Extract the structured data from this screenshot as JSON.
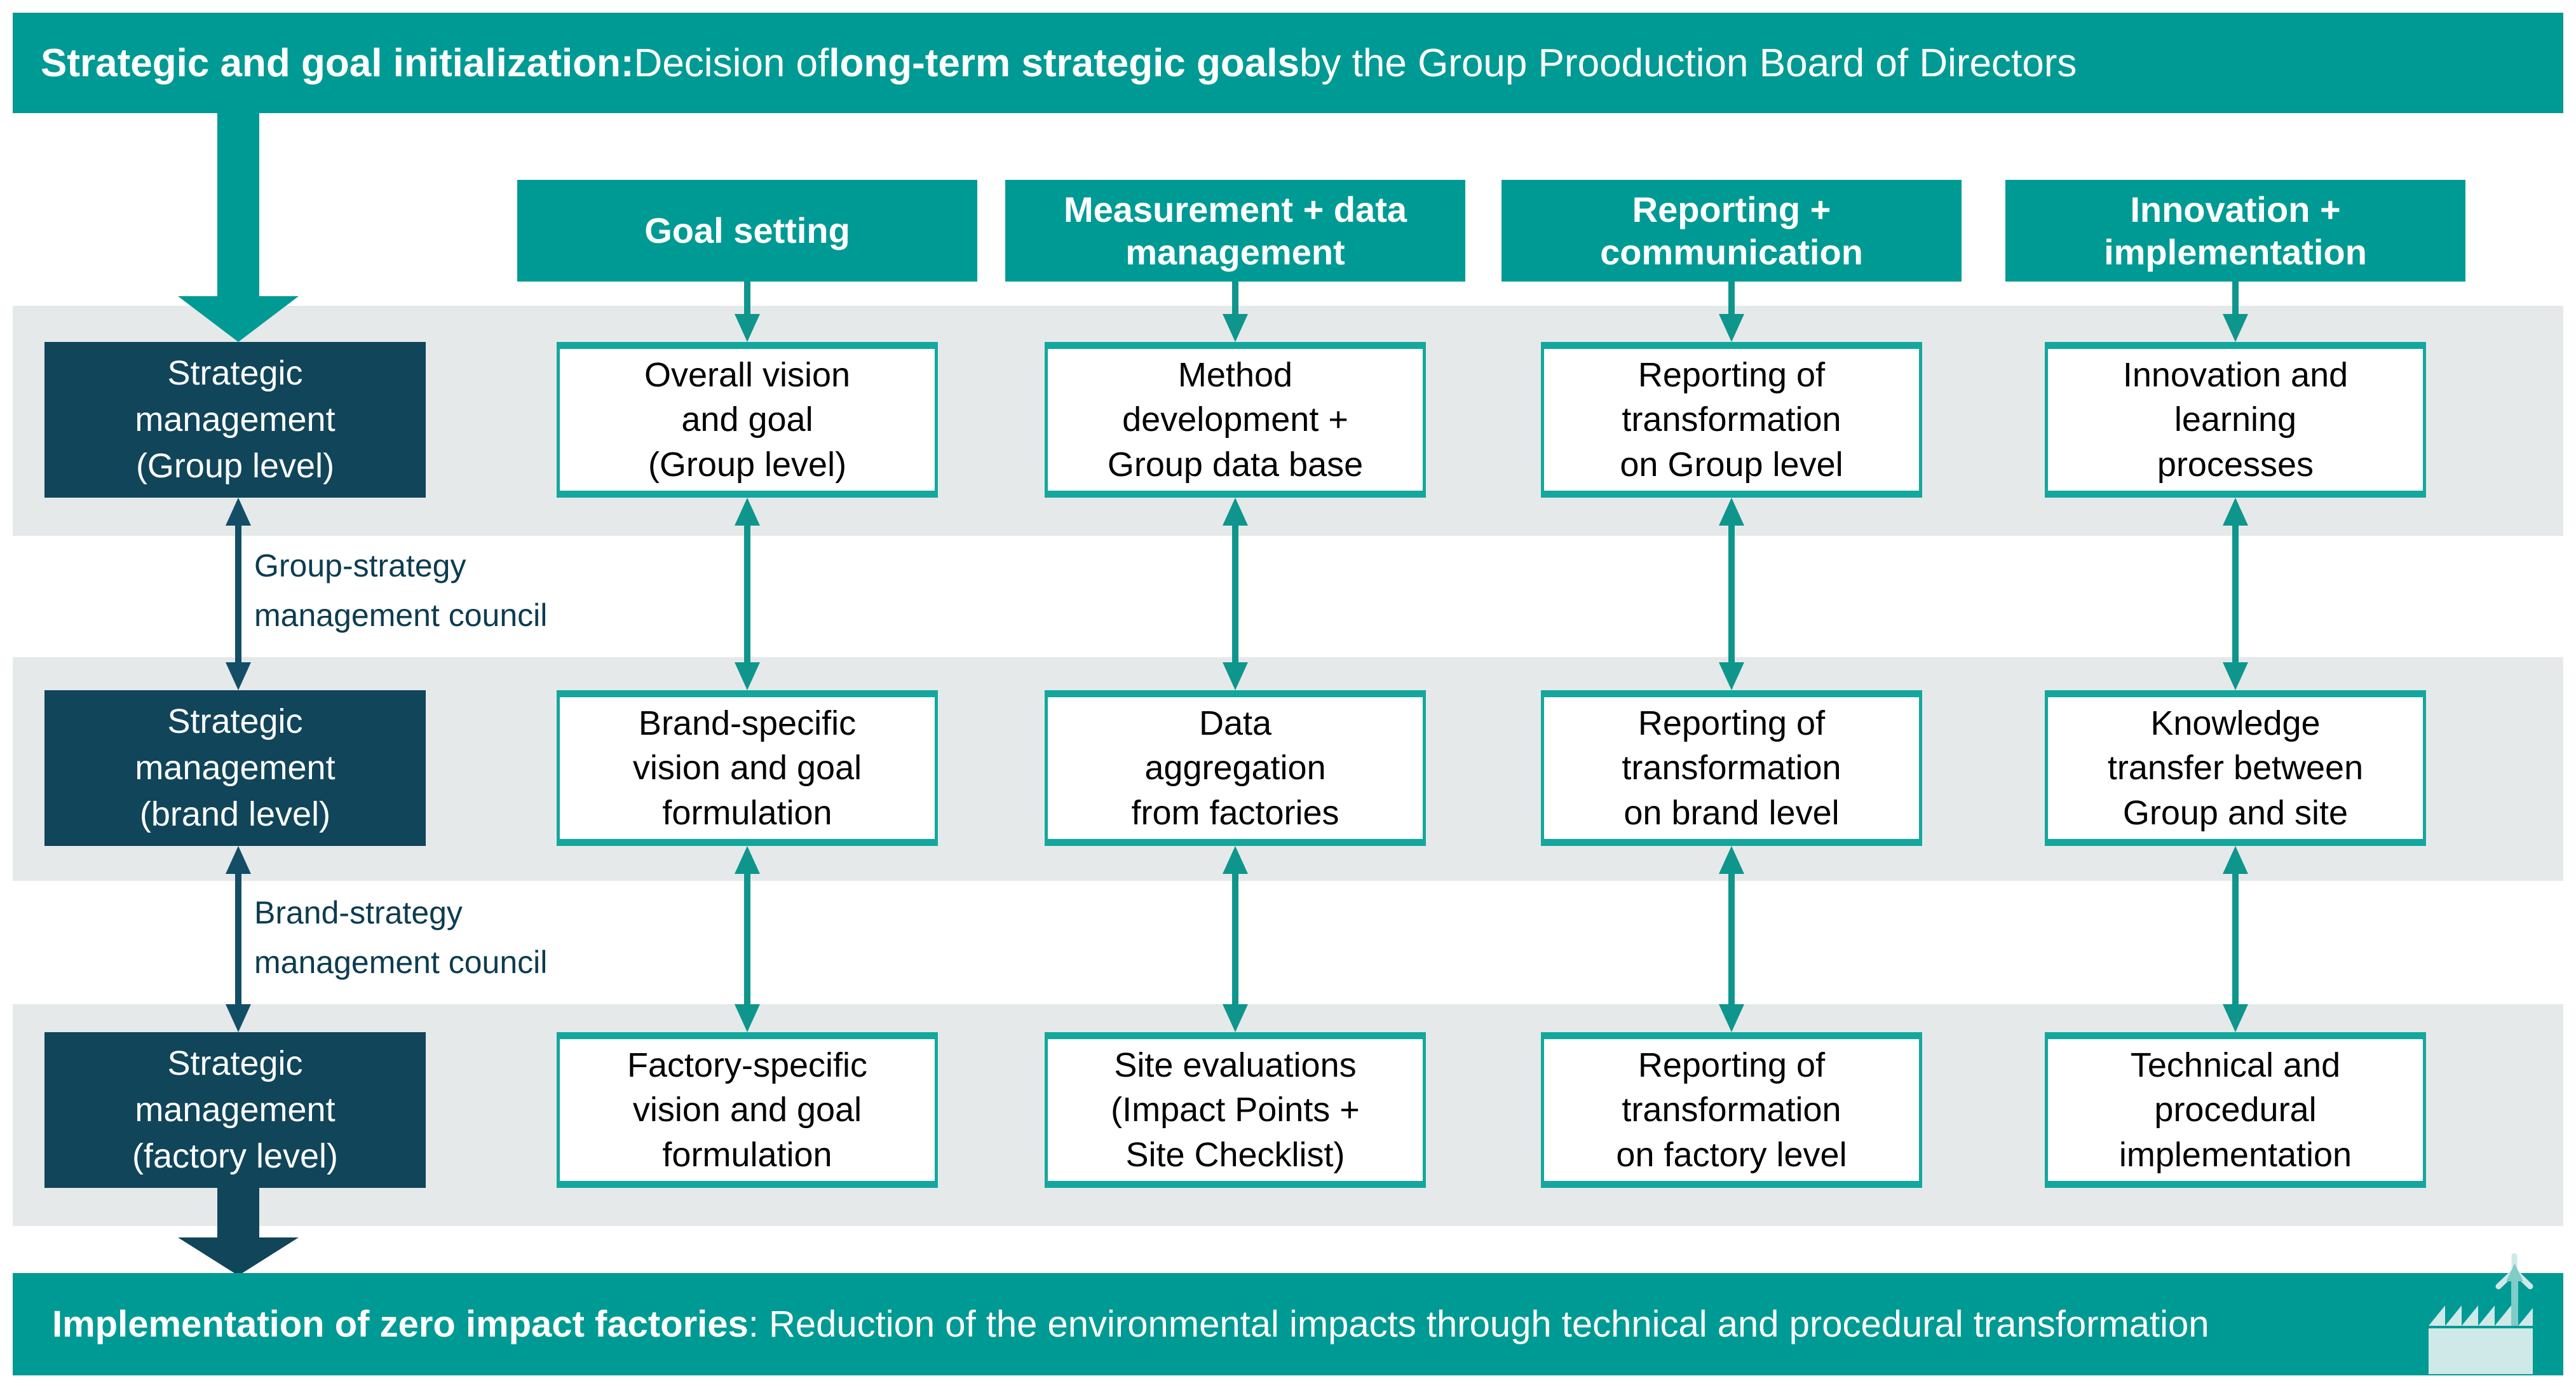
{
  "top_banner": {
    "bold_1": "Strategic and goal initialization:",
    "regular_1": " Decision of ",
    "bold_2": "long-term strategic goals",
    "regular_2": " by the Group Prooduction Board of Directors"
  },
  "columns": [
    {
      "header": [
        "Goal setting"
      ]
    },
    {
      "header": [
        "Measurement + data",
        "management"
      ]
    },
    {
      "header": [
        "Reporting +",
        "communication"
      ]
    },
    {
      "header": [
        "Innovation +",
        "implementation"
      ]
    }
  ],
  "rows": [
    {
      "level": [
        "Strategic",
        "management",
        "(Group level)"
      ],
      "cells": [
        [
          "Overall vision",
          "and goal",
          "(Group level)"
        ],
        [
          "Method",
          "development +",
          "Group data base"
        ],
        [
          "Reporting of",
          "transformation",
          "on Group level"
        ],
        [
          "Innovation and",
          "learning",
          "processes"
        ]
      ]
    },
    {
      "level": [
        "Strategic",
        "management",
        "(brand level)"
      ],
      "cells": [
        [
          "Brand-specific",
          "vision and goal",
          "formulation"
        ],
        [
          "Data",
          "aggregation",
          "from factories"
        ],
        [
          "Reporting of",
          "transformation",
          "on brand level"
        ],
        [
          "Knowledge",
          "transfer between",
          "Group and site"
        ]
      ]
    },
    {
      "level": [
        "Strategic",
        "management",
        "(factory level)"
      ],
      "cells": [
        [
          "Factory-specific",
          "vision and goal",
          "formulation"
        ],
        [
          "Site evaluations",
          "(Impact Points +",
          "Site Checklist)"
        ],
        [
          "Reporting of",
          "transformation",
          "on factory level"
        ],
        [
          "Technical and",
          "procedural",
          "implementation"
        ]
      ]
    }
  ],
  "councils": [
    [
      "Group-strategy",
      "management council"
    ],
    [
      "Brand-strategy",
      "management council"
    ]
  ],
  "bottom_banner": {
    "bold": "Implementation of zero impact factories",
    "regular": ": Reduction of the environmental impacts through technical and procedural transformation"
  },
  "icons": {
    "factory": "factory-with-wind-turbine-icon"
  },
  "colors": {
    "teal": "#009a94",
    "teal_box_border": "#14a79d",
    "teal_arrow": "#0e968c",
    "navy": "#10455a",
    "navy_arrow": "#134e66",
    "row_band_gray": "#e5e9ea",
    "icon_pale": "#cfe9e8",
    "icon_mast": "#7fccc8",
    "council_text": "#0d3c50"
  }
}
